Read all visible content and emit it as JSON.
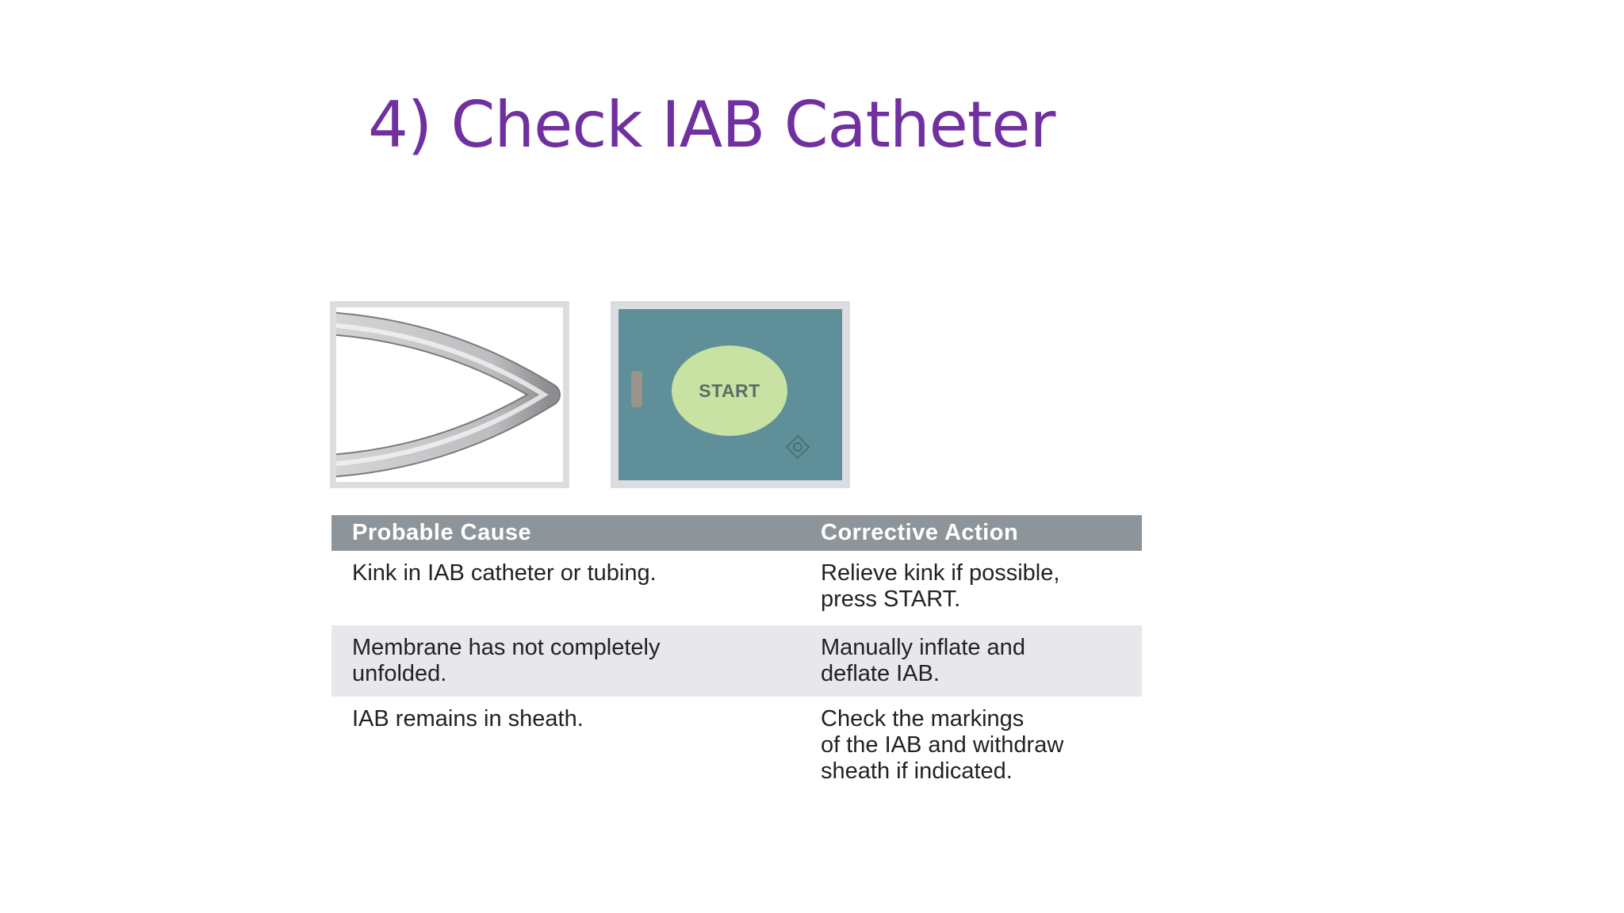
{
  "slide": {
    "title": "4) Check IAB Catheter"
  },
  "illustrations": {
    "catheter_icon": "kinked-catheter-icon",
    "start_button_label": "START",
    "panel_color": "#5f8f98",
    "button_color": "#c8e2a4"
  },
  "table": {
    "headers": {
      "cause": "Probable Cause",
      "action": "Corrective Action"
    },
    "rows": [
      {
        "cause": "Kink in IAB catheter or tubing.",
        "action": "Relieve kink if possible,\npress START."
      },
      {
        "cause": "Membrane has not completely\nunfolded.",
        "action": "Manually inflate and\ndeflate IAB."
      },
      {
        "cause": "IAB remains in sheath.",
        "action": "Check the markings\nof the IAB and withdraw\nsheath if indicated."
      }
    ]
  },
  "colors": {
    "title": "#7030a0",
    "header_bg": "#8e959a",
    "row_shade": "#e8e8ec"
  }
}
